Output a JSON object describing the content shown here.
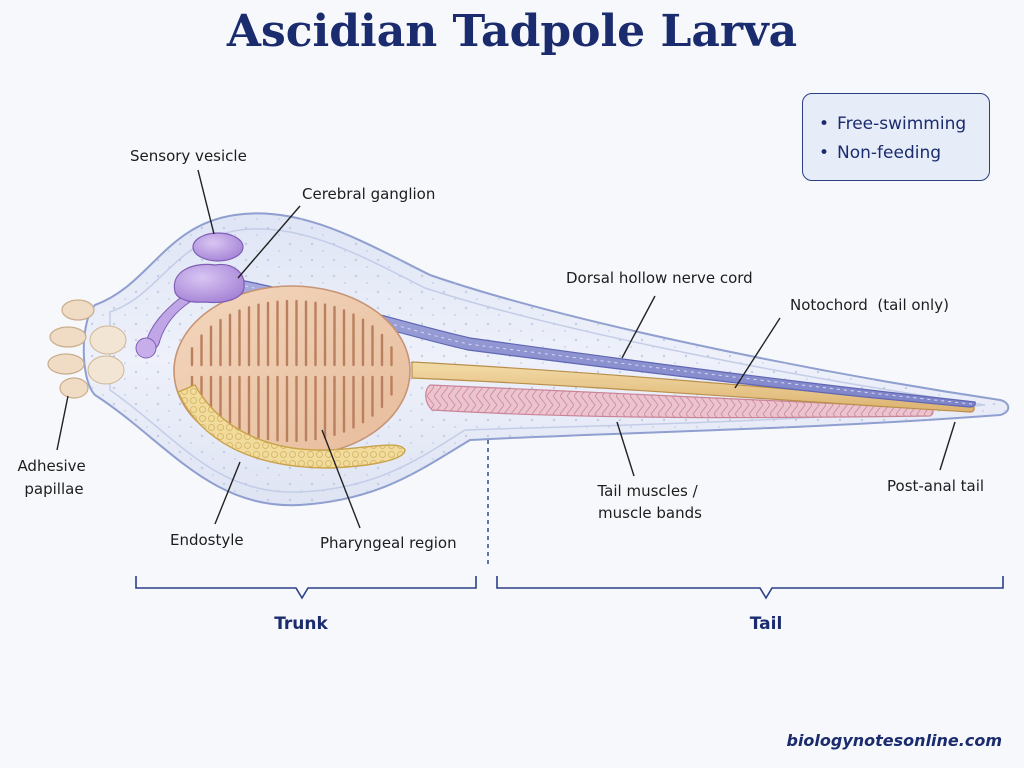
{
  "title": "Ascidian Tadpole Larva",
  "info_box": {
    "items": [
      "Free-swimming",
      "Non-feeding"
    ]
  },
  "labels": {
    "sensory_vesicle": "Sensory vesicle",
    "cerebral_ganglion": "Cerebral ganglion",
    "dorsal_nerve_cord": "Dorsal hollow nerve cord",
    "notochord": "Notochord  (tail only)",
    "adhesive_papillae": [
      "Adhesive",
      "papillae"
    ],
    "endostyle": "Endostyle",
    "pharyngeal_region": "Pharyngeal region",
    "tail_muscles": [
      "Tail muscles /",
      "muscle bands"
    ],
    "post_anal_tail": "Post-anal tail"
  },
  "regions": {
    "trunk": "Trunk",
    "tail": "Tail"
  },
  "credit": "biologynotesonline.com",
  "colors": {
    "title": "#1a2b6e",
    "body_outline": "#8f9fcf",
    "nerve_cord": "#8a90d4",
    "notochord": "#e8c583",
    "muscles": "#d9a3b4",
    "pharynx": "#eec9a8",
    "endostyle": "#eed28a",
    "sensory": "#b79be0"
  }
}
